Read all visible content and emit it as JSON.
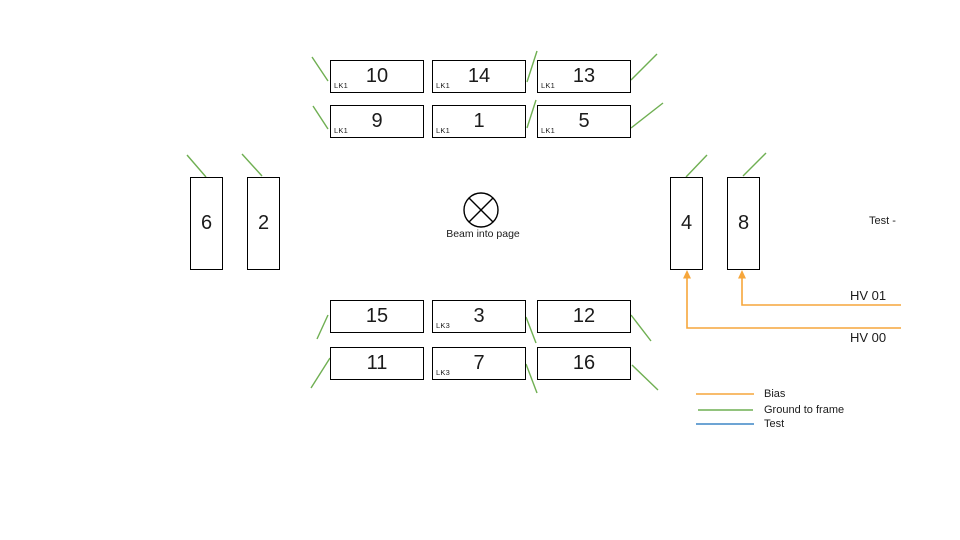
{
  "beam": {
    "label": "Beam into page"
  },
  "annotations": {
    "test_note": "Test -"
  },
  "hv_lines": {
    "hv01_label": "HV 01",
    "hv00_label": "HV 00"
  },
  "legend": {
    "items": [
      {
        "label": "Bias",
        "color": "#F6A63B"
      },
      {
        "label": "Ground to frame",
        "color": "#6FAF52"
      },
      {
        "label": "Test",
        "color": "#3D85C6"
      }
    ]
  },
  "colors": {
    "bias": "#F6A63B",
    "ground": "#6FAF52",
    "test": "#3D85C6",
    "outline": "#000000"
  },
  "modules": {
    "top": {
      "row1": [
        {
          "lk": "LK1",
          "number": "10"
        },
        {
          "lk": "LK1",
          "number": "14"
        },
        {
          "lk": "LK1",
          "number": "13"
        }
      ],
      "row2": [
        {
          "lk": "LK1",
          "number": "9"
        },
        {
          "lk": "LK1",
          "number": "1"
        },
        {
          "lk": "LK1",
          "number": "5"
        }
      ]
    },
    "bottom": {
      "row1": [
        {
          "lk": "",
          "number": "15"
        },
        {
          "lk": "LK3",
          "number": "3"
        },
        {
          "lk": "",
          "number": "12"
        }
      ],
      "row2": [
        {
          "lk": "",
          "number": "11"
        },
        {
          "lk": "LK3",
          "number": "7"
        },
        {
          "lk": "",
          "number": "16"
        }
      ]
    },
    "left_vertical": [
      {
        "number": "6"
      },
      {
        "number": "2"
      }
    ],
    "right_vertical": [
      {
        "number": "4"
      },
      {
        "number": "8"
      }
    ]
  }
}
